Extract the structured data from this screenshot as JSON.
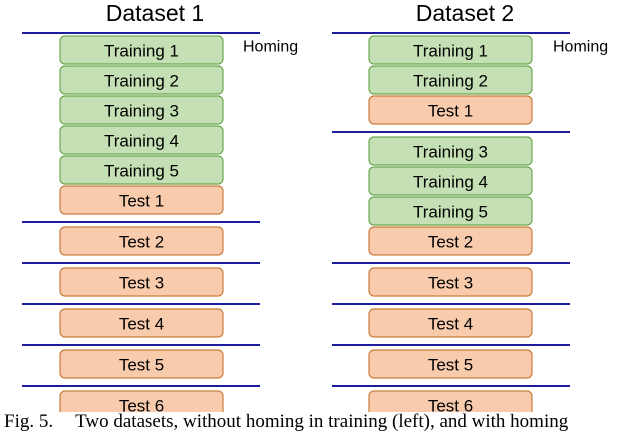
{
  "figure": {
    "homing_label": "Homing",
    "colors": {
      "training_fill": "#c5e0b4",
      "training_border": "#6aa84f",
      "test_fill": "#f8cbad",
      "test_border": "#c97d3c",
      "separator": "#1c1c9c"
    },
    "datasets": [
      {
        "title": "Dataset 1",
        "groups": [
          [
            "Training 1",
            "Training 2",
            "Training 3",
            "Training 4",
            "Training 5",
            "Test 1"
          ],
          [
            "Test 2"
          ],
          [
            "Test 3"
          ],
          [
            "Test 4"
          ],
          [
            "Test 5"
          ],
          [
            "Test 6"
          ]
        ]
      },
      {
        "title": "Dataset 2",
        "groups": [
          [
            "Training 1",
            "Training 2",
            "Test 1"
          ],
          [
            "Training 3",
            "Training 4",
            "Training 5",
            "Test 2"
          ],
          [
            "Test 3"
          ],
          [
            "Test 4"
          ],
          [
            "Test 5"
          ],
          [
            "Test 6"
          ]
        ]
      }
    ]
  },
  "caption": {
    "label": "Fig. 5.",
    "text": "Two datasets, without homing in training (left), and with homing"
  }
}
